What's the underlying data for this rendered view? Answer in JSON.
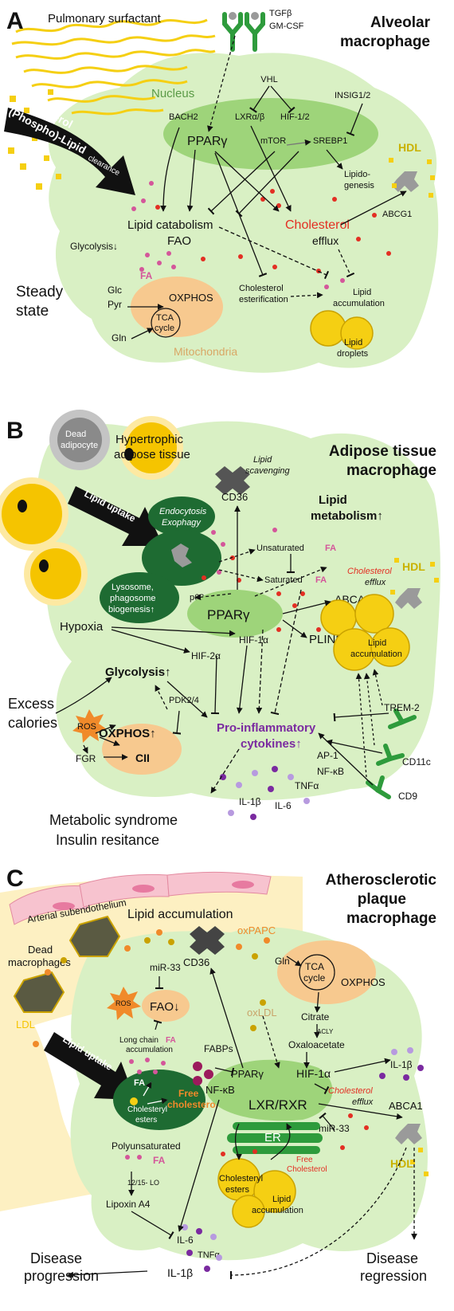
{
  "panelA": {
    "letter": "A",
    "title1": "Alveolar",
    "title2": "macrophage",
    "surfactant": "Pulmonary surfactant",
    "tgfb": "TGFβ",
    "gmcsf": "GM-CSF",
    "nucleus": "Nucleus",
    "vhl": "VHL",
    "insig": "INSIG1/2",
    "bach2": "BACH2",
    "lxr": "LXRα/β",
    "hif12": "HIF-1/2",
    "ppar": "PPARγ",
    "mtor": "mTOR",
    "srebp1": "SREBP1",
    "lipido1": "Lipido-",
    "lipido2": "genesis",
    "hdl": "HDL",
    "abcg1": "ABCG1",
    "arrow1": "Cholesterol",
    "arrow2": "(Phospho)-Lipid",
    "arrow3": "clearance",
    "lipcat": "Lipid catabolism",
    "fao": "FAO",
    "cholesterol": "Cholesterol",
    "efflux": "efflux",
    "glycolysis": "Glycolysis↓",
    "steady1": "Steady",
    "steady2": "state",
    "fa": "FA",
    "glc": "Glc",
    "pyr": "Pyr",
    "gln": "Gln",
    "oxphos": "OXPHOS",
    "tca1": "TCA",
    "tca2": "cycle",
    "mito": "Mitochondria",
    "cholest1": "Cholesterol",
    "cholest2": "esterification",
    "lipacc1": "Lipid",
    "lipacc2": "accumulation",
    "droplets1": "Lipid",
    "droplets2": "droplets"
  },
  "panelB": {
    "letter": "B",
    "title1": "Adipose tissue",
    "title2": "macrophage",
    "dead1": "Dead",
    "dead2": "adipocyte",
    "hyper1": "Hypertrophic",
    "hyper2": "adipose tissue",
    "lipidscav1": "Lipid",
    "lipidscav2": "scavenging",
    "cd36": "CD36",
    "lipidmet1": "Lipid",
    "lipidmet2": "metabolism↑",
    "uptake": "Lipid uptake",
    "endo1": "Endocytosis",
    "endo2": "Exophagy",
    "lyso1": "Lysosome,",
    "lyso2": "phagosome",
    "lyso3": "biogenesis↑",
    "unsat": "Unsaturated",
    "sat": "Saturated",
    "fa": "FA",
    "p62": "p62",
    "chol1": "Cholesterol",
    "chol2": "efflux",
    "hdl": "HDL",
    "abca1": "ABCA1",
    "ppar": "PPARγ",
    "hypoxia": "Hypoxia",
    "hif1a": "HIF-1α",
    "hif2a": "HIF-2α",
    "plin2": "PLIN2",
    "lipacc1": "Lipid",
    "lipacc2": "accumulation",
    "glycolysis": "Glycolysis↑",
    "pdk": "PDK2/4",
    "excess1": "Excess",
    "excess2": "calories",
    "ros": "ROS",
    "oxphos": "OXPHOS↑",
    "cii": "CII",
    "fgr": "FGR",
    "pro1": "Pro-inflammatory",
    "pro2": "cytokines↑",
    "trem2": "TREM-2",
    "cd11c": "CD11c",
    "cd9": "CD9",
    "ap1": "AP-1",
    "nfkb": "NF-κB",
    "il1b": "IL-1β",
    "il6": "IL-6",
    "tnfa": "TNFα",
    "metsyn": "Metabolic syndrome",
    "insulin": "Insulin resitance"
  },
  "panelC": {
    "letter": "C",
    "title1": "Atherosclerotic",
    "title2": "plaque",
    "title3": "macrophage",
    "subendo": "Arterial subendothelium",
    "lipacc": "Lipid accumulation",
    "oxpapc": "oxPAPC",
    "dead1": "Dead",
    "dead2": "macrophages",
    "cd36": "CD36",
    "gln": "Gln",
    "tca1": "TCA",
    "tca2": "cycle",
    "oxphos": "OXPHOS",
    "ldl": "LDL",
    "ros": "ROS",
    "mir33a": "miR-33",
    "fao": "FAO↓",
    "longchain": "Long chain",
    "fa": "FA",
    "accum": "accumulation",
    "oxldl": "oxLDL",
    "citrate": "Citrate",
    "acly": "ACLY",
    "oxalo": "Oxaloacetate",
    "il1b_r": "IL-1β",
    "uptake": "Lipid uptake",
    "fabps": "FABPs",
    "ppar": "PPARγ",
    "hif1a": "HIF-1α",
    "nfkb": "NF-κB",
    "free1": "Free",
    "free2": "cholesterol",
    "chest1": "Cholesteryl",
    "chest2": "esters",
    "lxr": "LXR/RXR",
    "chol1": "Cholesterol",
    "chol2": "efflux",
    "abca1": "ABCA1",
    "mir33b": "miR-33",
    "er": "ER",
    "free3": "Free",
    "free4": "Cholesterol",
    "hdl": "HDL",
    "poly": "Polyunsaturated",
    "lo": "12/15- LO",
    "lipoxin": "Lipoxin A4",
    "ce1": "Cholesteryl",
    "ce2": "esters",
    "la1": "Lipid",
    "la2": "accumulation",
    "il6": "IL-6",
    "tnfa": "TNFα",
    "il1b": "IL-1β",
    "prog1": "Disease",
    "prog2": "progression",
    "regr1": "Disease",
    "regr2": "regression"
  },
  "colors": {
    "cell": "#d9f0c4",
    "nucleus": "#9ed47a",
    "mito": "#f7c98f",
    "lipid": "#f5cf13",
    "receptor": "#2e9b3c",
    "dark_green": "#1e6b32",
    "red_text": "#e32f23",
    "pink": "#d4569a",
    "purple": "#7a2aa0",
    "hdl": "#c9b100",
    "gray": "#9a9a9a"
  }
}
